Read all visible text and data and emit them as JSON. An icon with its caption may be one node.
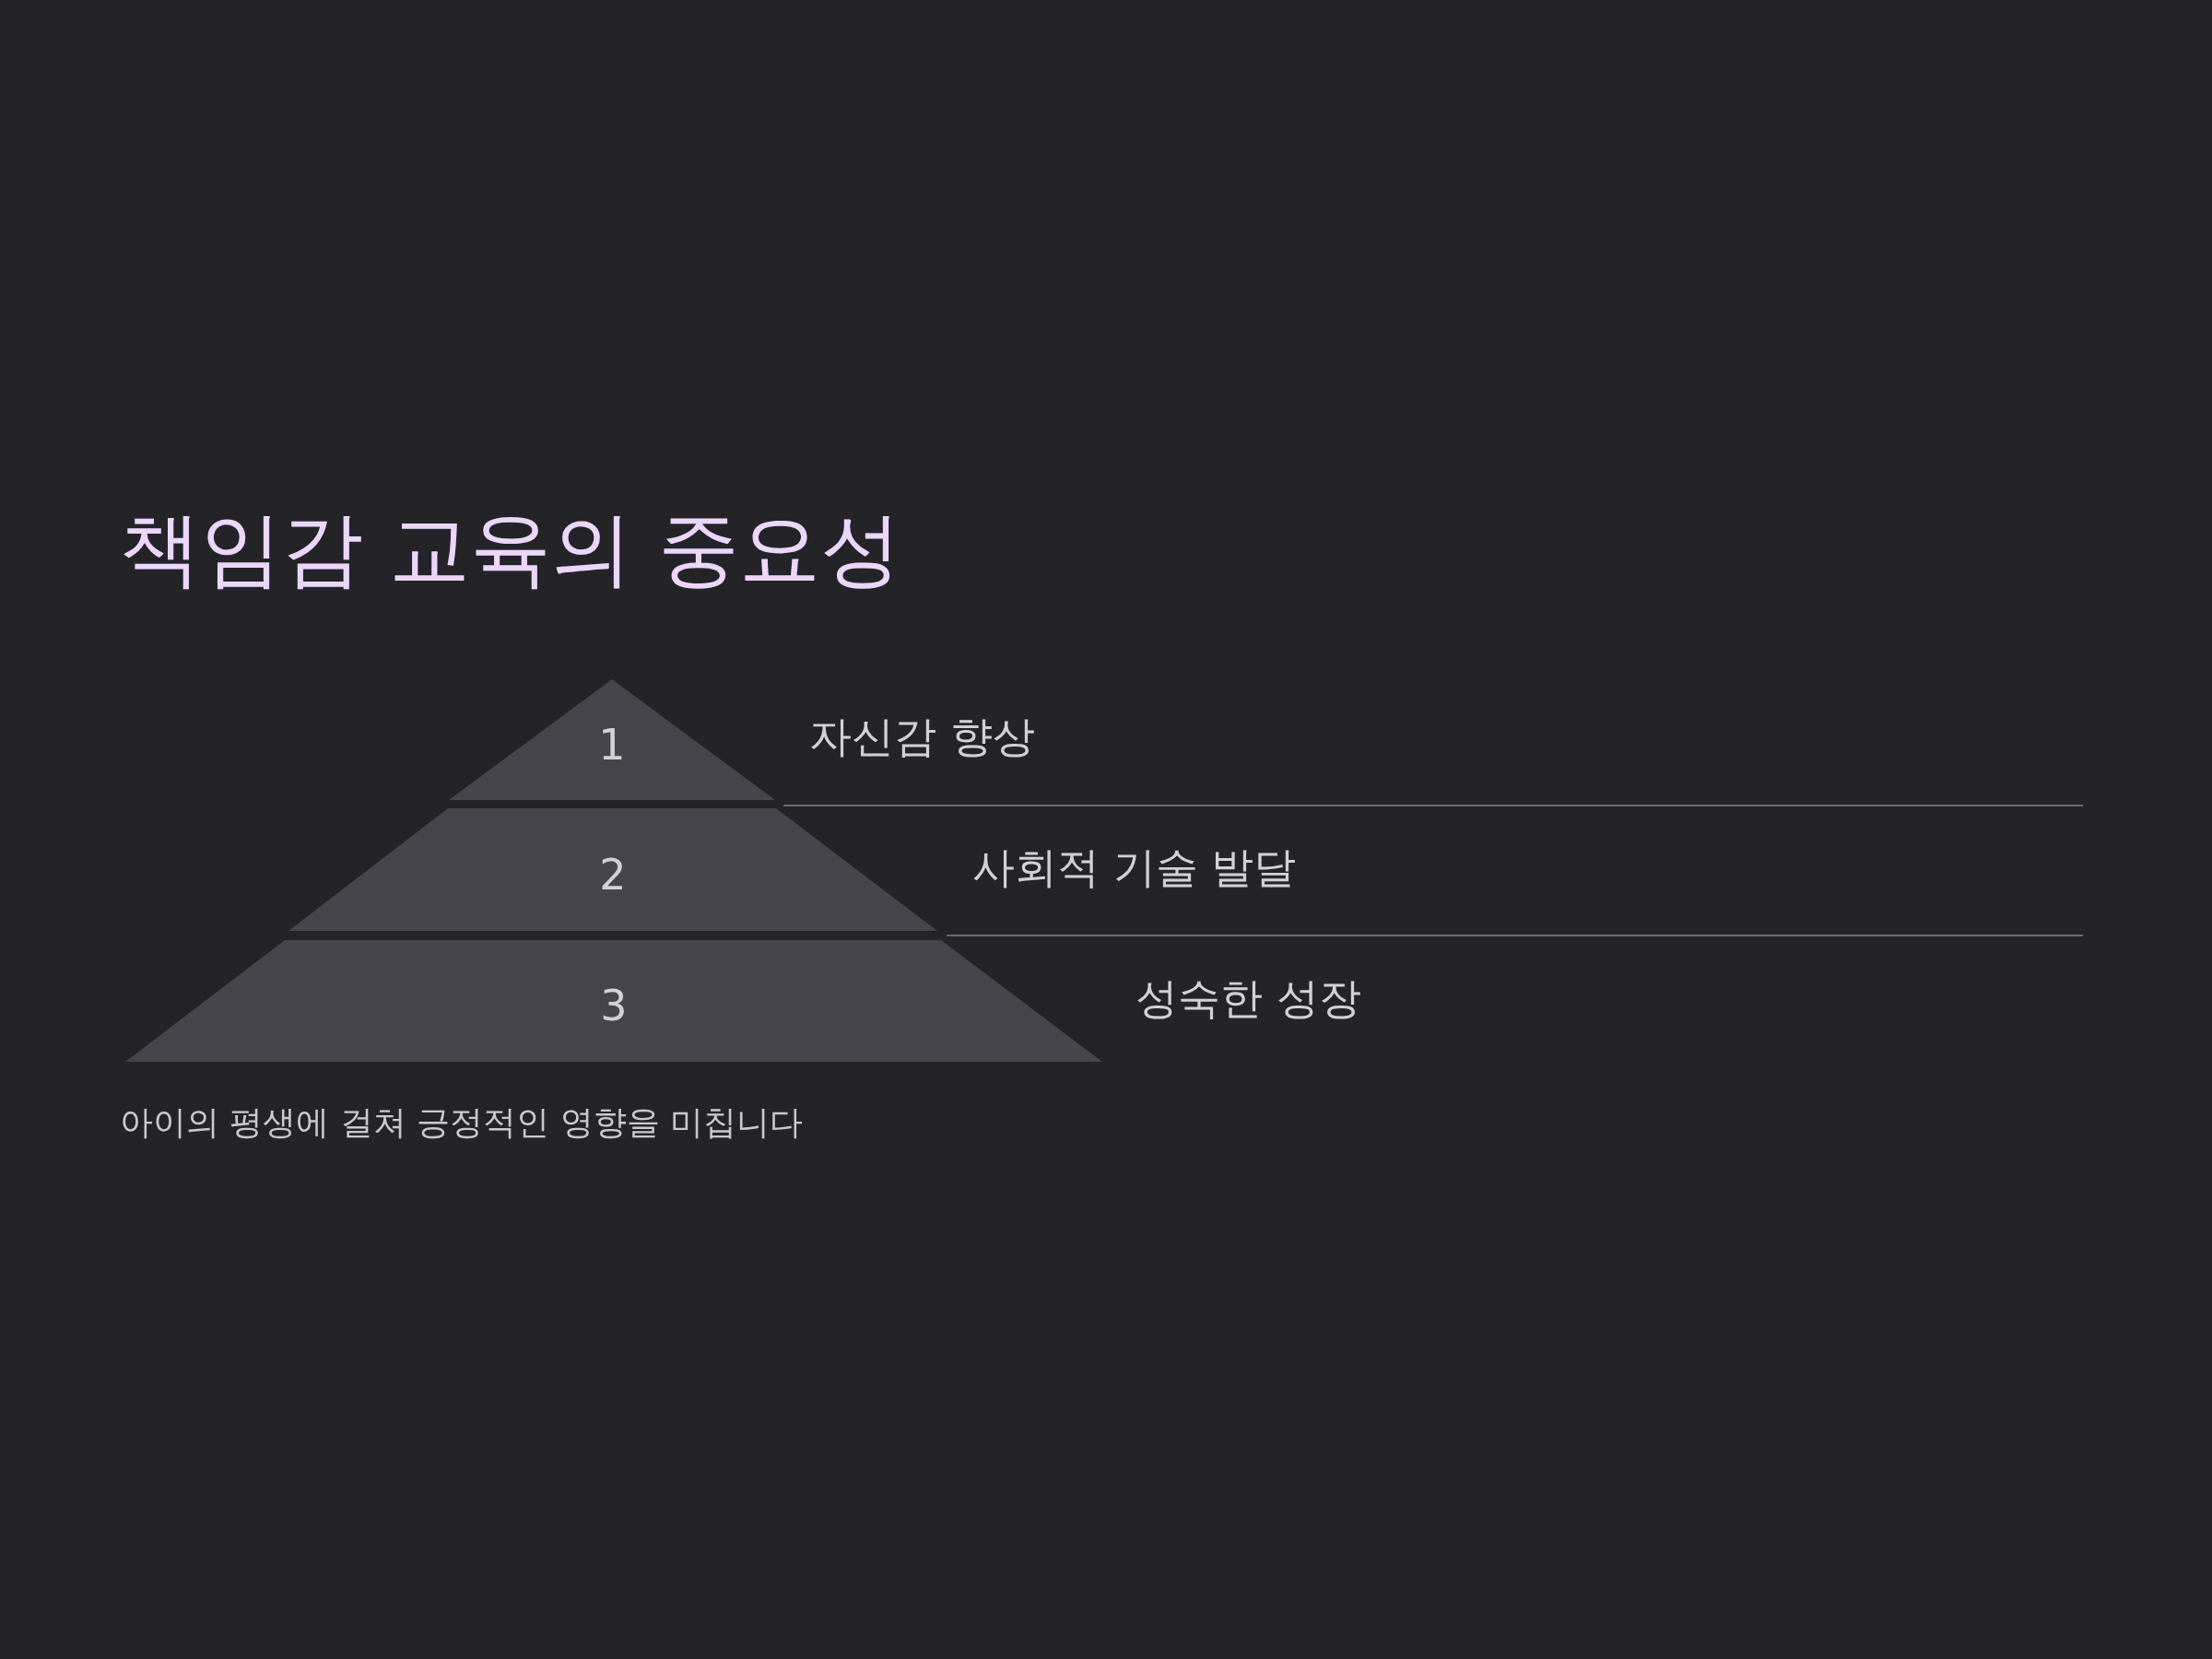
{
  "diagram": {
    "title": "책임감 교육의 중요성",
    "caption": "아이의 평생에 걸쳐 긍정적인 영향을 미칩니다",
    "nodes": [
      {
        "text": [
          "1"
        ],
        "beside": [
          "자신감 향상"
        ]
      },
      {
        "text": [
          "2"
        ],
        "beside": [
          "사회적 기술 발달"
        ]
      },
      {
        "text": [
          "3"
        ],
        "beside": [
          "성숙한 성장"
        ]
      }
    ]
  }
}
